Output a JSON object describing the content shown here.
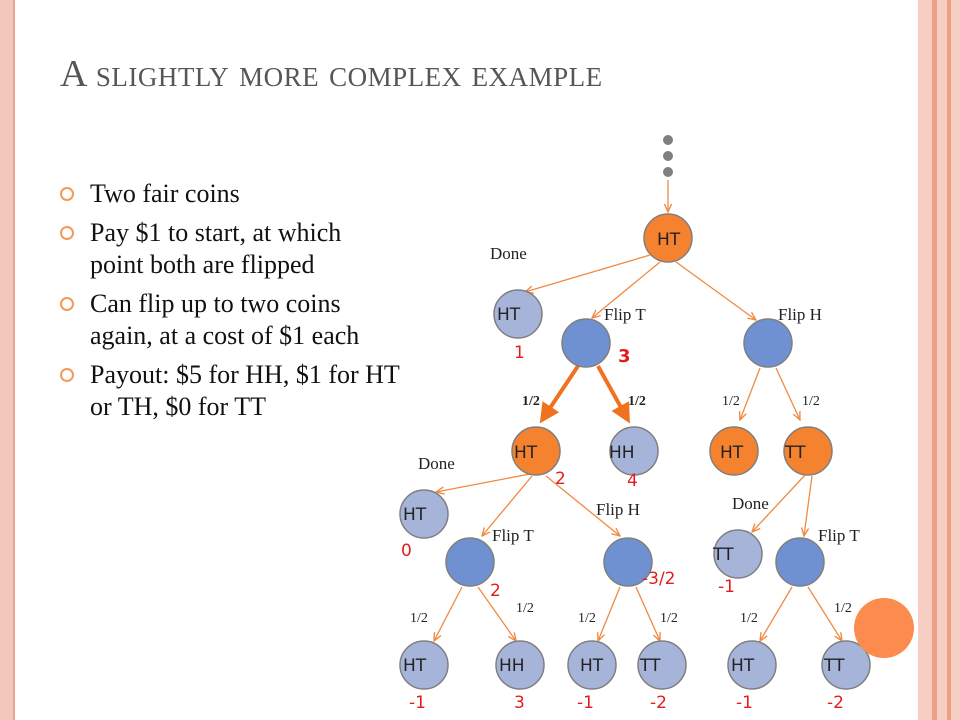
{
  "title": "A slightly more complex example",
  "bullets": [
    "Two fair coins",
    "Pay $1 to start, at which point both are flipped",
    "Can flip up to two coins again, at a cost of $1 each",
    "Payout: $5 for HH, $1 for HT or TH, $0 for TT"
  ],
  "colors": {
    "accent": "#f5822e",
    "state_node": "#a7b4d9",
    "chance_node": "#6f91d2",
    "value_text": "#e51c1c",
    "edge": "#f08a43"
  },
  "tree": {
    "root": "HT",
    "done": "Done",
    "flip_t": "Flip T",
    "flip_h": "Flip H",
    "half": "1/2",
    "states": {
      "ht": "HT",
      "hh": "HH",
      "tt": "TT"
    },
    "values": {
      "done_root": "1",
      "flip_t_root": "3",
      "ht_mid": "2",
      "hh_mid": "4",
      "done_mid": "0",
      "flip_t_mid": "2",
      "flip_h_mid": "-3/2",
      "tt_right": "-1",
      "leaf_1": "-1",
      "leaf_2": "3",
      "leaf_3": "-1",
      "leaf_4": "-2",
      "leaf_5": "-1",
      "leaf_6": "-2"
    }
  }
}
